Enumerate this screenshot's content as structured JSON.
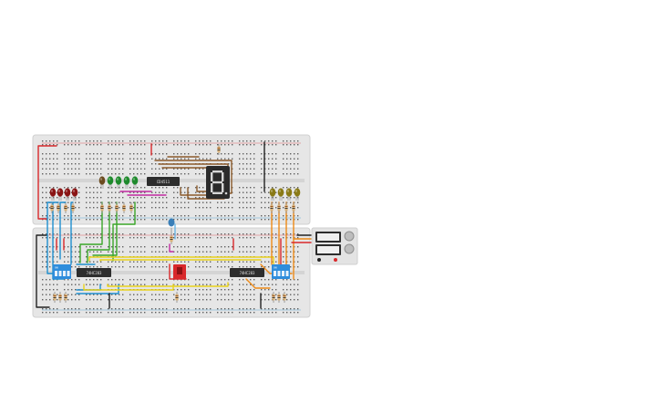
{
  "chips": {
    "top": "CD4511",
    "left": "74HC283",
    "right": "74HC283"
  },
  "display": {
    "digit": "8"
  },
  "dip": {
    "left_label": "ON",
    "right_label": "ON"
  },
  "colors": {
    "board": "#e6e6e6",
    "hole": "#5f5f5f",
    "red_wire": "#d9282b",
    "blue_wire": "#1f8fcf",
    "green_wire": "#3aa629",
    "yellow_wire": "#e8d21b",
    "orange_wire": "#ee8a17",
    "brown_wire": "#8b5a2b",
    "magenta_wire": "#c02aa0",
    "black_wire": "#222222",
    "led_red": "#8a1414",
    "led_green": "#1e8a2c",
    "led_olive": "#8a7a16",
    "dip_blue": "#2f8ddc",
    "chip_body": "#2d2d2d",
    "segment": "#d6d6d6",
    "display_body": "#2b2b2b"
  }
}
